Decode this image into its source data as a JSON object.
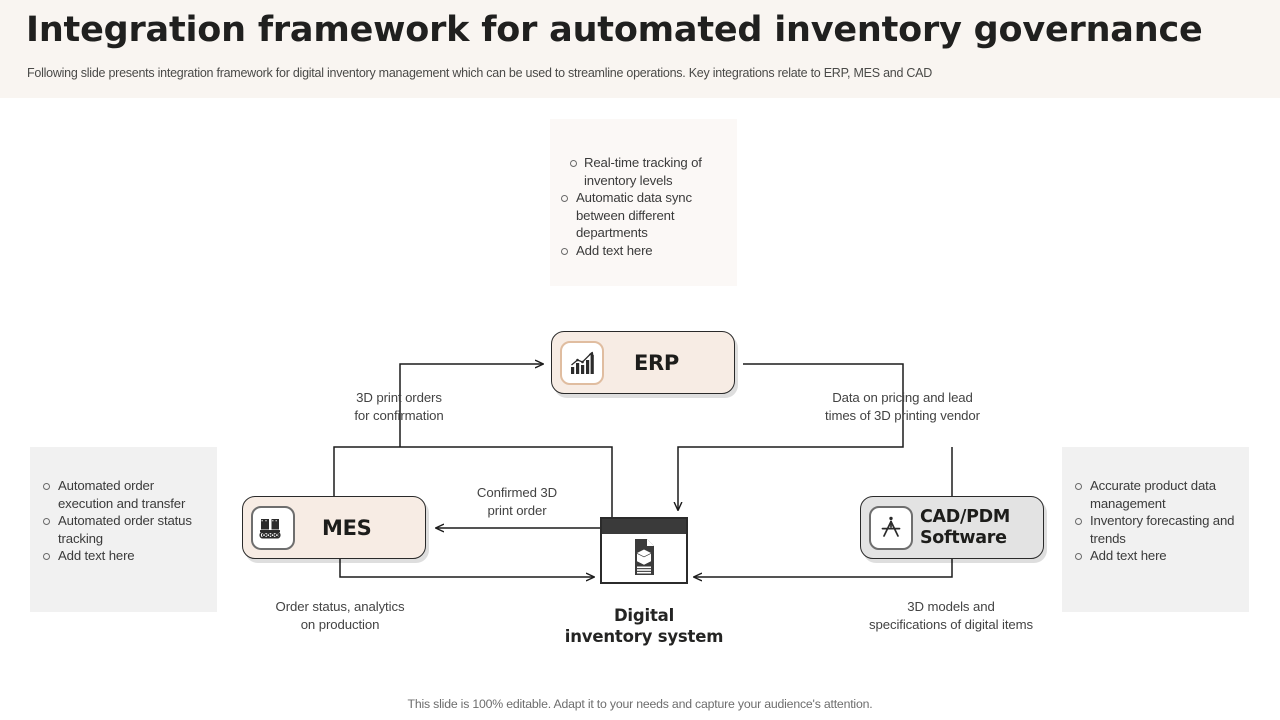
{
  "header": {
    "title": "Integration framework for automated inventory governance",
    "subtitle": "Following slide presents integration framework for digital inventory management which can be used to streamline operations. Key integrations relate to ERP, MES and CAD",
    "background": "#f9f5f1"
  },
  "callouts": {
    "top": {
      "background": "#fbf8f6",
      "items": [
        "Real-time tracking of inventory levels",
        "Automatic data sync between different departments",
        "Add text here"
      ]
    },
    "left": {
      "background": "#f1f1f1",
      "items": [
        "Automated order execution and transfer",
        "Automated order status tracking",
        "Add text here"
      ]
    },
    "right": {
      "background": "#f1f1f1",
      "items": [
        "Accurate product data management",
        "Inventory forecasting and trends",
        "Add text here"
      ]
    }
  },
  "nodes": {
    "erp": {
      "label": "ERP",
      "icon": "bar-chart-growth-icon",
      "fill": "#f7ece4",
      "icon_border": "#e0bda0"
    },
    "mes": {
      "label": "MES",
      "icon": "material-cart-boxes-icon",
      "fill": "#f7ece4",
      "icon_border": "#6e6e6e"
    },
    "cad": {
      "label": "CAD/PDM Software",
      "label_line1": "CAD/PDM",
      "label_line2": "Software",
      "icon": "compass-divider-icon",
      "fill": "#e3e3e3",
      "icon_border": "#6e6e6e"
    },
    "dis": {
      "caption_line1": "Digital",
      "caption_line2": "inventory system",
      "icon": "document-box-icon",
      "bar_color": "#3a3a3a"
    }
  },
  "edge_labels": {
    "print_orders": "3D print orders for confirmation",
    "print_orders_line1": "3D print orders",
    "print_orders_line2": "for confirmation",
    "pricing": "Data on pricing and lead times of 3D printing vendor",
    "pricing_line1": "Data on pricing and lead",
    "pricing_line2": "times of 3D printing vendor",
    "confirmed": "Confirmed 3D print order",
    "confirmed_line1": "Confirmed 3D",
    "confirmed_line2": "print order",
    "order_status": "Order status, analytics on production",
    "order_status_line1": "Order status, analytics",
    "order_status_line2": "on production",
    "models": "3D models and specifications of digital items",
    "models_line1": "3D models and",
    "models_line2": "specifications of digital items"
  },
  "footer": {
    "text": "This slide is 100% editable. Adapt it to your needs and capture your audience's attention."
  }
}
